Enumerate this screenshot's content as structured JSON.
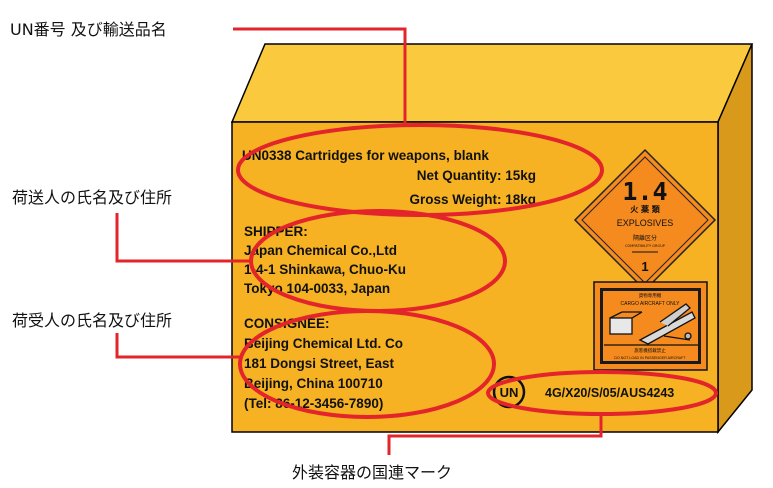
{
  "callouts": {
    "un_number": "UN番号 及び輸送品名",
    "shipper": "荷送人の氏名及び住所",
    "consignee": "荷受人の氏名及び住所",
    "packaging_mark": "外装容器の国連マーク"
  },
  "package": {
    "un_line": "UN0338 Cartridges for weapons, blank",
    "net_quantity": "Net Quantity: 15kg",
    "gross_weight": "Gross Weight: 18kg",
    "shipper_heading": "SHIPPER:",
    "shipper_name": "Japan Chemical Co.,Ltd",
    "shipper_addr1": "1-4-1 Shinkawa, Chuo-Ku",
    "shipper_addr2": "Tokyo 104-0033, Japan",
    "consignee_heading": "CONSIGNEE:",
    "consignee_name": "Beijing Chemical Ltd. Co",
    "consignee_addr1": "181 Dongsi Street, East",
    "consignee_addr2": "Beijing, China 100710",
    "consignee_tel": "(Tel: 86-12-3456-7890)",
    "un_spec_code": "4G/X20/S/05/AUS4243",
    "un_symbol": "UN"
  },
  "hazard_label": {
    "division": "1.4",
    "japanese": "火 薬 類",
    "class_name": "EXPLOSIVES",
    "compat_jp": "隔離区分",
    "compat_en": "COMPATIBILITY GROUP",
    "class_number": "1"
  },
  "cao_label": {
    "top_jp": "貨物専用機",
    "title": "CARGO AIRCRAFT ONLY",
    "bottom_jp": "旅客機搭載禁止",
    "bottom_en": "DO NOT LOAD IN PASSENGER AIRCRAFT"
  },
  "colors": {
    "box_front": "#F6B222",
    "box_top": "#FBC93E",
    "box_side": "#D99A1B",
    "highlight": "#E3242B",
    "hazard_orange": "#F58A1F"
  }
}
